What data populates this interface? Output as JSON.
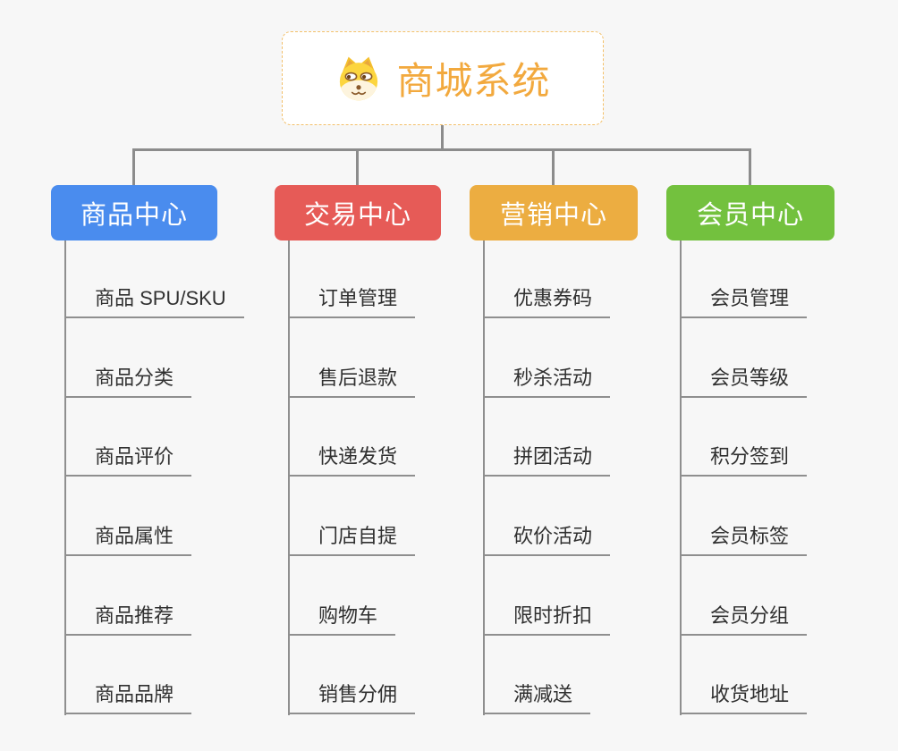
{
  "page": {
    "background": "#f7f7f7",
    "connector_color": "#8c8c8c"
  },
  "root": {
    "title": "商城系统",
    "icon": "dog-face-icon",
    "text_color": "#f2a93e",
    "border_color": "#f3c06a"
  },
  "branches": [
    {
      "label": "商品中心",
      "color": "#4a8cee",
      "items": [
        "商品 SPU/SKU",
        "商品分类",
        "商品评价",
        "商品属性",
        "商品推荐",
        "商品品牌"
      ]
    },
    {
      "label": "交易中心",
      "color": "#e65b57",
      "items": [
        "订单管理",
        "售后退款",
        "快递发货",
        "门店自提",
        "购物车",
        "销售分佣"
      ]
    },
    {
      "label": "营销中心",
      "color": "#ecad41",
      "items": [
        "优惠券码",
        "秒杀活动",
        "拼团活动",
        "砍价活动",
        "限时折扣",
        "满减送"
      ]
    },
    {
      "label": "会员中心",
      "color": "#73c13e",
      "items": [
        "会员管理",
        "会员等级",
        "积分签到",
        "会员标签",
        "会员分组",
        "收货地址"
      ]
    }
  ],
  "item_text_color": "#303030"
}
